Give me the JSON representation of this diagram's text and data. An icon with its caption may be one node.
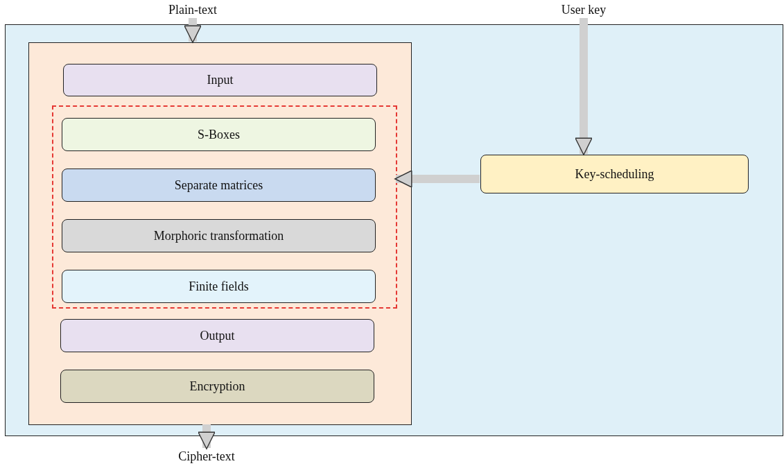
{
  "diagram": {
    "nodes": [
      {
        "text": [
          "Plain-text"
        ]
      },
      {
        "text": [
          "User key"
        ]
      },
      {
        "text": [],
        "shape": "box"
      },
      {
        "text": [],
        "shape": "box",
        "in": 2
      },
      {
        "text": [
          "Input"
        ],
        "in": 3
      },
      {
        "text": [],
        "shape": "box",
        "in": 3
      },
      {
        "text": [
          "S-Boxes"
        ],
        "in": 5
      },
      {
        "text": [
          "Separate matrices"
        ],
        "in": 5
      },
      {
        "text": [
          "Morphoric transformation"
        ],
        "in": 5
      },
      {
        "text": [
          "Finite fields"
        ],
        "in": 5
      },
      {
        "text": [
          "Output"
        ],
        "in": 3
      },
      {
        "text": [
          "Encryption"
        ],
        "in": 3
      },
      {
        "text": [
          "Key-scheduling"
        ],
        "in": 2
      },
      {
        "text": [
          "Cipher-text"
        ]
      }
    ],
    "edges": [
      {
        "from": 0,
        "to": 3,
        "arrow": "to"
      },
      {
        "from": 1,
        "to": 12,
        "arrow": "to"
      },
      {
        "from": 12,
        "to": 5,
        "arrow": "to"
      },
      {
        "from": 3,
        "to": 13,
        "arrow": "to"
      }
    ]
  }
}
